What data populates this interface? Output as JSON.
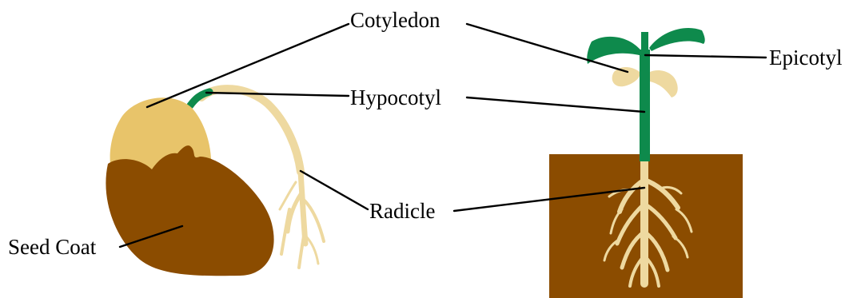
{
  "labels": {
    "cotyledon": "Cotyledon",
    "hypocotyl": "Hypocotyl",
    "epicotyl": "Epicotyl",
    "radicle": "Radicle",
    "seed_coat": "Seed Coat"
  },
  "colors": {
    "seed_coat": "#8b4c00",
    "cotyledon": "#e8c46a",
    "root": "#eed9a0",
    "stem_green": "#0e8a4c",
    "soil": "#8b4c00",
    "leaf": "#0e8a4c",
    "background": "#ffffff"
  }
}
